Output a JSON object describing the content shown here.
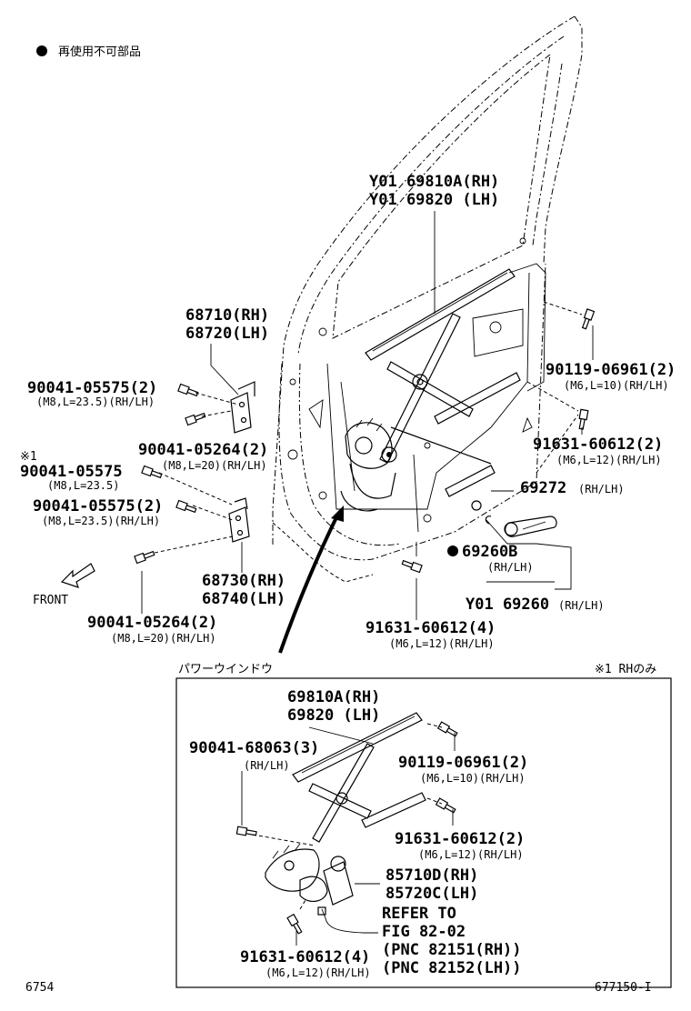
{
  "legend": {
    "marker_text": "再使用不可部品"
  },
  "main": {
    "regulator_rh": "Y01 69810A(RH)",
    "regulator_lh": "Y01 69820  (LH)",
    "hinge_upper_rh": "68710(RH)",
    "hinge_upper_lh": "68720(LH)",
    "bolt_a": "90041-05575(2)",
    "bolt_a_spec": "(M8,L=23.5)(RH/LH)",
    "bolt_b": "90041-05264(2)",
    "bolt_b_spec": "(M8,L=20)(RH/LH)",
    "note_mark": "※1",
    "bolt_c": "90041-05575",
    "bolt_c_spec": "(M8,L=23.5)",
    "bolt_d": "90041-05575(2)",
    "bolt_d_spec": "(M8,L=23.5)(RH/LH)",
    "hinge_lower_rh": "68730(RH)",
    "hinge_lower_lh": "68740(LH)",
    "bolt_e": "90041-05264(2)",
    "bolt_e_spec": "(M8,L=20)(RH/LH)",
    "front_label": "FRONT",
    "bolt_f": "90119-06961(2)",
    "bolt_f_spec": "(M6,L=10)(RH/LH)",
    "bolt_g": "91631-60612(2)",
    "bolt_g_spec": "(M6,L=12)(RH/LH)",
    "snap_ring": "69272",
    "snap_ring_spec": "(RH/LH)",
    "handle_part": "69260B",
    "handle_part_spec": "(RH/LH)",
    "handle_assy": "Y01 69260",
    "handle_assy_spec": "(RH/LH)",
    "bolt_h": "91631-60612(4)",
    "bolt_h_spec": "(M6,L=12)(RH/LH)"
  },
  "inset": {
    "title": "パワーウインドウ",
    "note": "※1 RHのみ",
    "regulator_rh": "69810A(RH)",
    "regulator_lh": "69820  (LH)",
    "rivet": "90041-68063(3)",
    "rivet_spec": "(RH/LH)",
    "bolt_f": "90119-06961(2)",
    "bolt_f_spec": "(M6,L=10)(RH/LH)",
    "bolt_g": "91631-60612(2)",
    "bolt_g_spec": "(M6,L=12)(RH/LH)",
    "motor_rh": "85710D(RH)",
    "motor_lh": "85720C(LH)",
    "refer_1": "REFER TO",
    "refer_2": "FIG 82-02",
    "refer_3": "(PNC 82151(RH))",
    "refer_4": "(PNC 82152(LH))",
    "bolt_h": "91631-60612(4)",
    "bolt_h_spec": "(M6,L=12)(RH/LH)"
  },
  "footer": {
    "left_code": "6754",
    "right_code": "677150-I"
  }
}
